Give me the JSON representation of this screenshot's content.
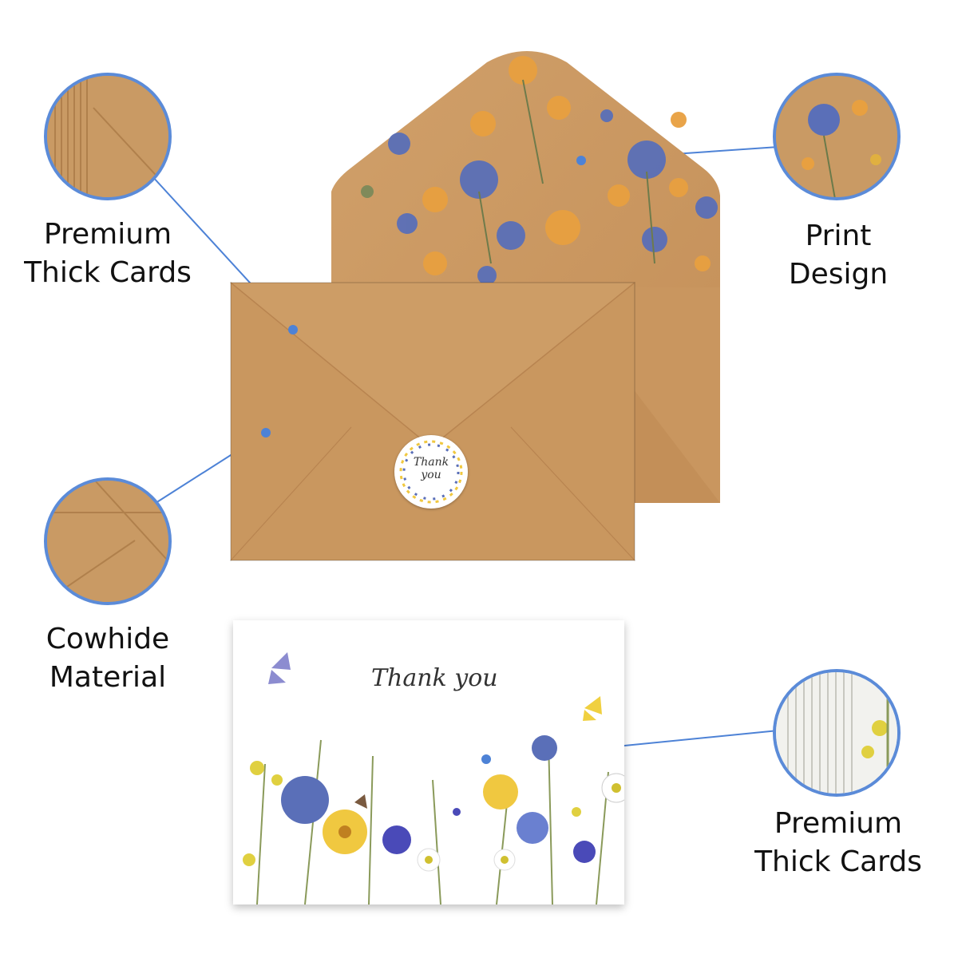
{
  "callouts": {
    "top_left": {
      "line1": "Premium",
      "line2": "Thick Cards"
    },
    "top_right": {
      "line1": "Print",
      "line2": "Design"
    },
    "mid_left": {
      "line1": "Cowhide",
      "line2": "Material"
    },
    "bottom_right": {
      "line1": "Premium",
      "line2": "Thick Cards"
    }
  },
  "sticker": {
    "line1": "Thank",
    "line2": "you"
  },
  "card": {
    "greeting": "Thank you"
  },
  "colors": {
    "kraft": "#c99a64",
    "accent_blue": "#5b8bd8",
    "flower_blue": "#5a6fb8",
    "flower_orange": "#e8a040",
    "flower_yellow": "#f0c840"
  }
}
